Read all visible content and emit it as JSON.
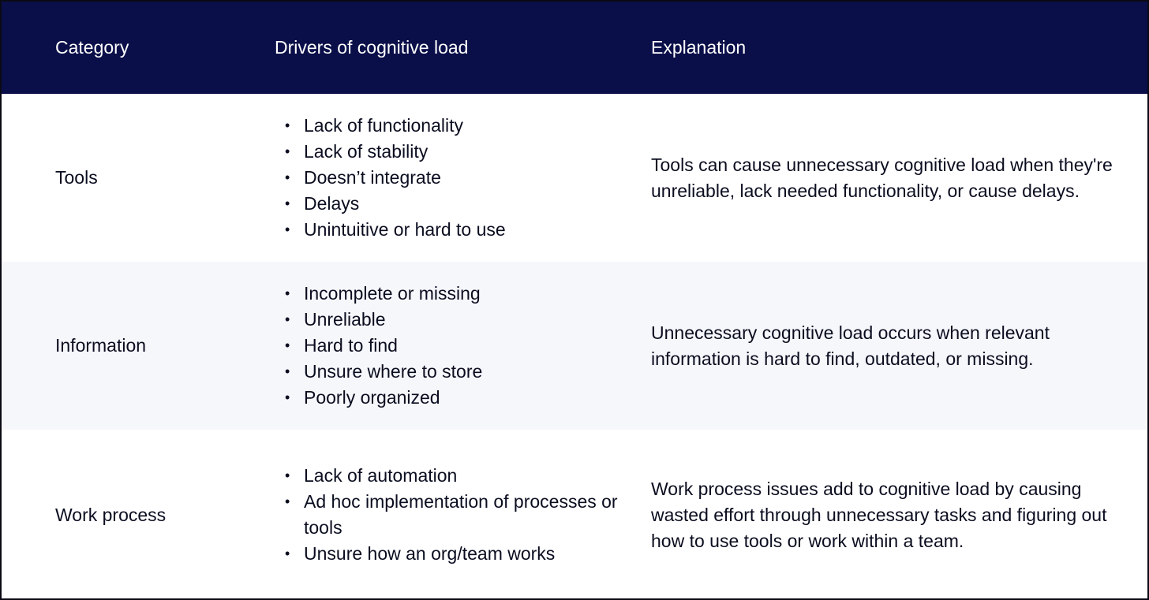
{
  "table": {
    "headers": [
      "Category",
      "Drivers of cognitive load",
      "Explanation"
    ],
    "rows": [
      {
        "category": "Tools",
        "drivers": [
          "Lack of functionality",
          "Lack of stability",
          "Doesn’t integrate",
          "Delays",
          "Unintuitive or hard to use"
        ],
        "explanation": "Tools can cause unnecessary cognitive load when they're unreliable, lack needed functionality, or cause delays."
      },
      {
        "category": "Information",
        "drivers": [
          "Incomplete or missing",
          "Unreliable",
          "Hard to find",
          "Unsure where to store",
          "Poorly organized"
        ],
        "explanation": "Unnecessary cognitive load occurs when relevant information is hard to find, outdated, or missing."
      },
      {
        "category": "Work process",
        "drivers": [
          "Lack of automation",
          "Ad hoc implementation of processes or tools",
          "Unsure how an org/team works"
        ],
        "explanation": "Work process issues add to cognitive load by causing wasted effort through unnecessary tasks and figuring out how to use tools or work within a team."
      }
    ]
  },
  "colors": {
    "header_background": "#0a0f49",
    "header_text": "#ffffff",
    "alt_row_background": "#f6f7fb",
    "body_text": "#0a0d1f"
  }
}
